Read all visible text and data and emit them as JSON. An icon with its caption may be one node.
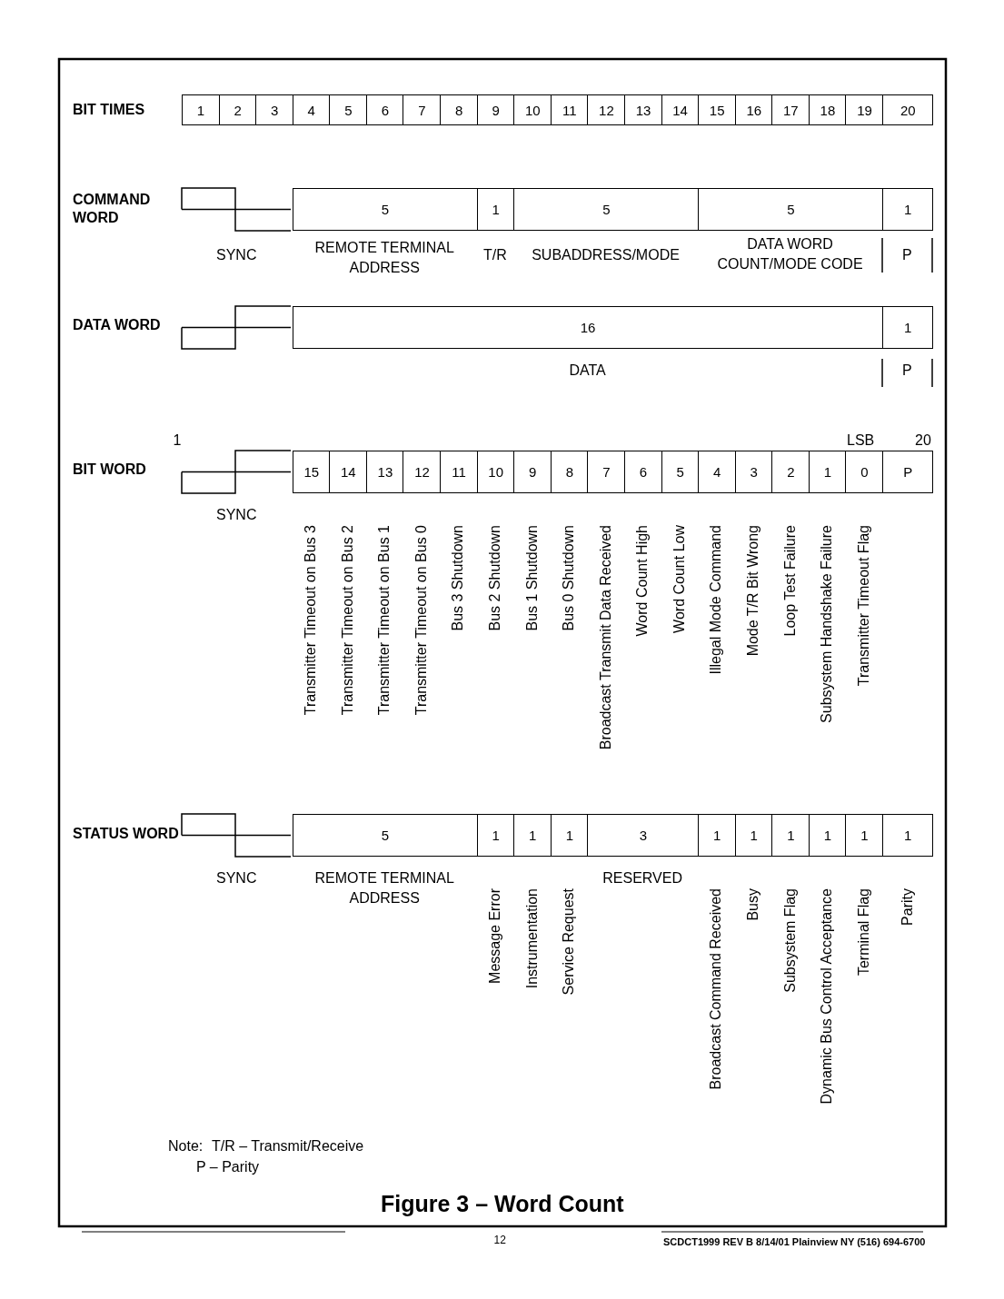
{
  "diagram": {
    "title": "Figure 3 – Word Count",
    "nodes": [
      {
        "text": [
          "1"
        ]
      },
      {
        "text": [
          "2"
        ]
      },
      {
        "text": [
          "3"
        ]
      },
      {
        "text": [
          "4"
        ]
      },
      {
        "text": [
          "5"
        ]
      },
      {
        "text": [
          "6"
        ]
      },
      {
        "text": [
          "7"
        ]
      },
      {
        "text": [
          "8"
        ]
      },
      {
        "text": [
          "9"
        ]
      },
      {
        "text": [
          "10"
        ]
      },
      {
        "text": [
          "11"
        ]
      },
      {
        "text": [
          "12"
        ]
      },
      {
        "text": [
          "13"
        ]
      },
      {
        "text": [
          "14"
        ]
      },
      {
        "text": [
          "15"
        ]
      },
      {
        "text": [
          "16"
        ]
      },
      {
        "text": [
          "17"
        ]
      },
      {
        "text": [
          "18"
        ]
      },
      {
        "text": [
          "19"
        ]
      },
      {
        "text": [
          "20"
        ]
      },
      {
        "text": [
          "5"
        ]
      },
      {
        "text": [
          "1"
        ]
      },
      {
        "text": [
          "5"
        ]
      },
      {
        "text": [
          "5"
        ]
      },
      {
        "text": [
          "1"
        ]
      },
      {
        "text": [
          "16"
        ]
      },
      {
        "text": [
          "1"
        ]
      },
      {
        "text": [
          "15"
        ]
      },
      {
        "text": [
          "14"
        ]
      },
      {
        "text": [
          "13"
        ]
      },
      {
        "text": [
          "12"
        ]
      },
      {
        "text": [
          "11"
        ]
      },
      {
        "text": [
          "10"
        ]
      },
      {
        "text": [
          "9"
        ]
      },
      {
        "text": [
          "8"
        ]
      },
      {
        "text": [
          "7"
        ]
      },
      {
        "text": [
          "6"
        ]
      },
      {
        "text": [
          "5"
        ]
      },
      {
        "text": [
          "4"
        ]
      },
      {
        "text": [
          "3"
        ]
      },
      {
        "text": [
          "2"
        ]
      },
      {
        "text": [
          "1"
        ]
      },
      {
        "text": [
          "0"
        ]
      },
      {
        "text": [
          "P"
        ]
      },
      {
        "text": [
          "5"
        ]
      },
      {
        "text": [
          "1"
        ]
      },
      {
        "text": [
          "1"
        ]
      },
      {
        "text": [
          "1"
        ]
      },
      {
        "text": [
          "3"
        ]
      },
      {
        "text": [
          "1"
        ]
      },
      {
        "text": [
          "1"
        ]
      },
      {
        "text": [
          "1"
        ]
      },
      {
        "text": [
          "1"
        ]
      },
      {
        "text": [
          "1"
        ]
      },
      {
        "text": [
          "1"
        ]
      }
    ],
    "labels": [
      "BIT TIMES",
      "COMMAND WORD",
      "SYNC",
      "REMOTE TERMINAL ADDRESS",
      "T/R",
      "SUBADDRESS/MODE",
      "DATA WORD COUNT/MODE CODE",
      "P",
      "DATA WORD",
      "DATA",
      "P",
      "1",
      "LSB",
      "20",
      "BIT WORD",
      "SYNC",
      "Transmitter Timeout on Bus 3",
      "Transmitter Timeout on Bus 2",
      "Transmitter Timeout on Bus 1",
      "Transmitter Timeout on Bus 0",
      "Bus 3 Shutdown",
      "Bus 2 Shutdown",
      "Bus 1 Shutdown",
      "Bus 0 Shutdown",
      "Broadcast Transmit Data Received",
      "Word Count High",
      "Word Count Low",
      "Illegal Mode Command",
      "Mode T/R Bit Wrong",
      "Loop Test Failure",
      "Subsystem Handshake Failure",
      "Transmitter Timeout Flag",
      "STATUS WORD",
      "SYNC",
      "REMOTE TERMINAL ADDRESS",
      "Message Error",
      "Instrumentation",
      "Service Request",
      "RESERVED",
      "Broadcast Command Received",
      "Busy",
      "Subsystem Flag",
      "Dynamic Bus Control Acceptance",
      "Terminal Flag",
      "Parity",
      "Note:",
      "T/R – Transmit/Receive",
      "P – Parity",
      "12",
      "SCDCT1999 REV B 8/14/01  Plainview NY (516) 694-6700"
    ]
  }
}
